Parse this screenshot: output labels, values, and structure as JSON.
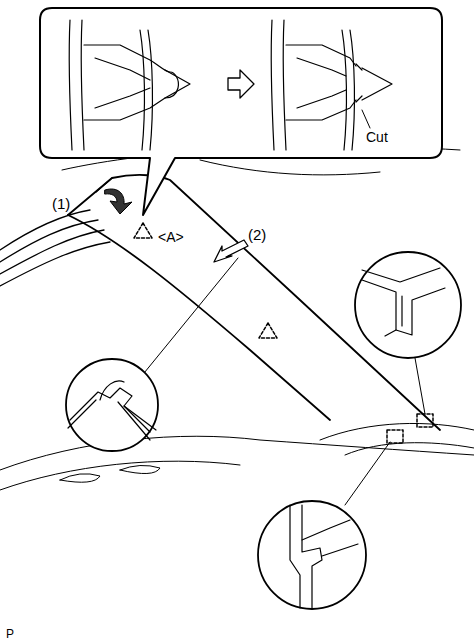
{
  "diagram": {
    "labels": [
      "Cut",
      "(1)",
      "<A>",
      "(2)",
      "P"
    ]
  }
}
